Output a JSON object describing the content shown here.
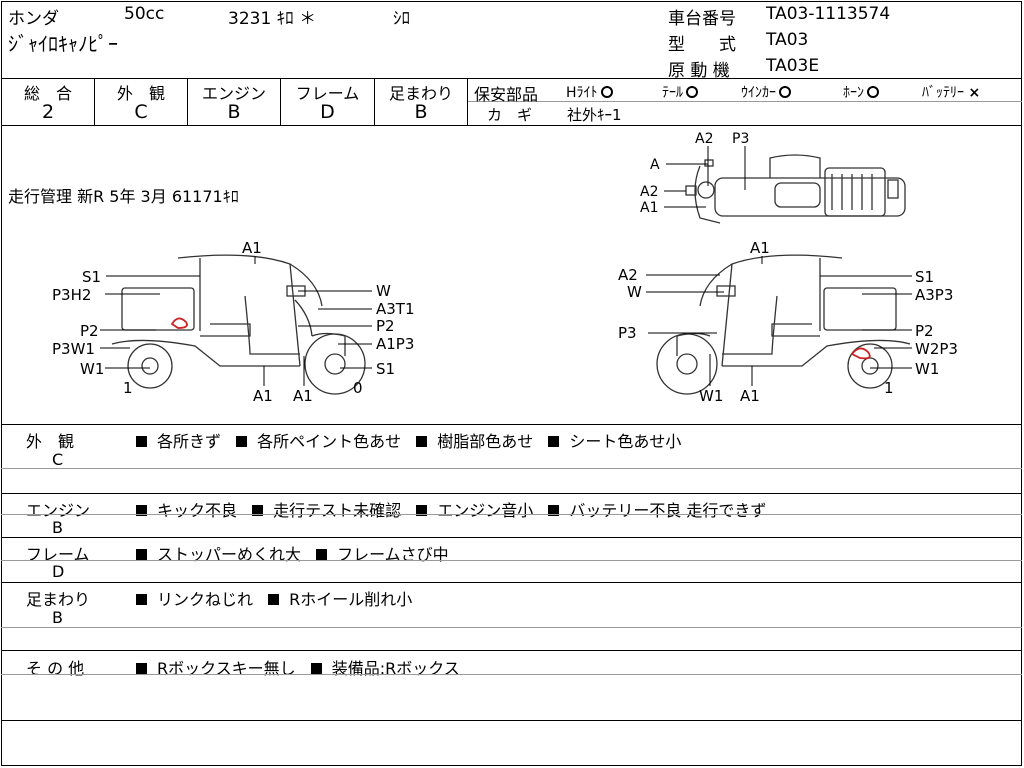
{
  "header": {
    "maker": "ホンダ",
    "displacement": "50cc",
    "mileage": "3231 ｷﾛ ＊",
    "color": "ｼﾛ",
    "model_name": "ｼﾞｬｲﾛｷｬﾉﾋﾟｰ",
    "frame_label": "車台番号",
    "frame_value": "TA03-1113574",
    "type_label": "型　　式",
    "type_value": "TA03",
    "engine_label": "原 動 機",
    "engine_value": "TA03E"
  },
  "grades": [
    {
      "label": "総　合",
      "value": "2"
    },
    {
      "label": "外　観",
      "value": "C"
    },
    {
      "label": "エンジン",
      "value": "B"
    },
    {
      "label": "フレーム",
      "value": "D"
    },
    {
      "label": "足まわり",
      "value": "B"
    }
  ],
  "safety": {
    "label": "保安部品",
    "items": [
      {
        "name": "Hﾗｲﾄ",
        "status": "ok"
      },
      {
        "name": "ﾃｰﾙ",
        "status": "ok"
      },
      {
        "name": "ｳｲﾝｶｰ",
        "status": "ok"
      },
      {
        "name": "ﾎｰﾝ",
        "status": "ok"
      },
      {
        "name": "ﾊﾞｯﾃﾘｰ",
        "status": "ng",
        "mark": "×"
      }
    ],
    "key_label": "カ　ギ",
    "key_value": "社外ｷｰ1"
  },
  "odometer_note": "走行管理 新R 5年 3月 61171ｷﾛ",
  "diagram": {
    "left_labels": [
      "A1",
      "S1",
      "P3H2",
      "W",
      "A3T1",
      "P2",
      "P2",
      "A1P3",
      "P3W1",
      "W1",
      "S1",
      "1",
      "A1",
      "A1",
      "0"
    ],
    "right_labels": [
      "A1",
      "A2",
      "S1",
      "W",
      "A3P3",
      "P3",
      "P2",
      "W2P3",
      "W1",
      "W1",
      "A1",
      "1"
    ],
    "top_labels": [
      "A2",
      "P3",
      "A",
      "A2",
      "A1"
    ]
  },
  "sections": [
    {
      "title": "外　観",
      "grade": "C",
      "items": [
        "各所きず",
        "各所ペイント色あせ",
        "樹脂部色あせ",
        "シート色あせ小"
      ]
    },
    {
      "title": "エンジン",
      "grade": "B",
      "items": [
        "キック不良",
        "走行テスト未確認",
        "エンジン音小",
        "バッテリー不良 走行できず"
      ]
    },
    {
      "title": "フレーム",
      "grade": "D",
      "items": [
        "ストッパーめくれ大",
        "フレームさび中"
      ]
    },
    {
      "title": "足まわり",
      "grade": "B",
      "items": [
        "リンクねじれ",
        "Rホイール削れ小"
      ]
    },
    {
      "title": "そ の 他",
      "grade": "",
      "items": [
        "Rボックスキー無し",
        "装備品:Rボックス"
      ]
    }
  ],
  "colors": {
    "line": "#000000",
    "damage_mark": "#cc2222",
    "divider_gray": "#9a9a9a"
  }
}
